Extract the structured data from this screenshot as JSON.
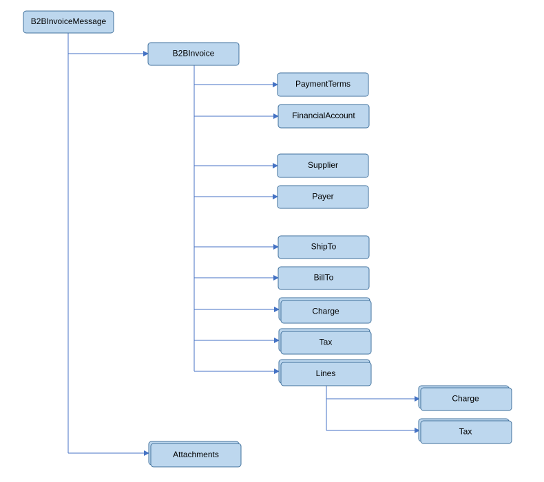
{
  "diagram": {
    "colors": {
      "node_fill": "#bdd7ee",
      "node_border": "#41719c",
      "connector": "#4472c4"
    },
    "nodes": {
      "b2b_invoice_message": "B2BInvoiceMessage",
      "b2b_invoice": "B2BInvoice",
      "payment_terms": "PaymentTerms",
      "financial_account": "FinancialAccount",
      "supplier": "Supplier",
      "payer": "Payer",
      "ship_to": "ShipTo",
      "bill_to": "BillTo",
      "charge": "Charge",
      "tax": "Tax",
      "lines": "Lines",
      "line_charge": "Charge",
      "line_tax": "Tax",
      "attachments": "Attachments"
    },
    "repeating_nodes": [
      "charge",
      "tax",
      "lines",
      "line_charge",
      "line_tax",
      "attachments"
    ],
    "edges": [
      [
        "b2b_invoice_message",
        "b2b_invoice"
      ],
      [
        "b2b_invoice_message",
        "attachments"
      ],
      [
        "b2b_invoice",
        "payment_terms"
      ],
      [
        "b2b_invoice",
        "financial_account"
      ],
      [
        "b2b_invoice",
        "supplier"
      ],
      [
        "b2b_invoice",
        "payer"
      ],
      [
        "b2b_invoice",
        "ship_to"
      ],
      [
        "b2b_invoice",
        "bill_to"
      ],
      [
        "b2b_invoice",
        "charge"
      ],
      [
        "b2b_invoice",
        "tax"
      ],
      [
        "b2b_invoice",
        "lines"
      ],
      [
        "lines",
        "line_charge"
      ],
      [
        "lines",
        "line_tax"
      ]
    ]
  }
}
